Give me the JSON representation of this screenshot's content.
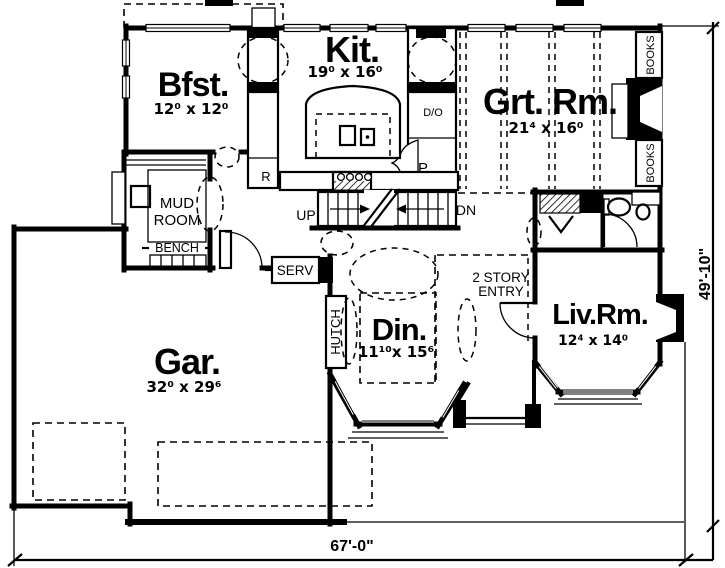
{
  "rooms": {
    "breakfast": {
      "name": "Bfst.",
      "dims": "12⁰ x 12⁰"
    },
    "kitchen": {
      "name": "Kit.",
      "dims": "19⁰ x 16⁰"
    },
    "great_room": {
      "name": "Grt. Rm.",
      "dims": "21⁴ x 16⁰"
    },
    "garage": {
      "name": "Gar.",
      "dims": "32⁰ x 29⁶"
    },
    "dining": {
      "name": "Din.",
      "dims": "11¹⁰x 15⁶"
    },
    "living_room": {
      "name": "Liv.Rm.",
      "dims": "12⁴ x 14⁰"
    },
    "mud_room": {
      "line1": "MUD",
      "line2": "ROOM"
    },
    "entry": {
      "line1": "2 STORY",
      "line2": "ENTRY"
    }
  },
  "labels": {
    "bench": "BENCH",
    "serve": "SERV",
    "hutch": "HUTCH",
    "up": "UP",
    "down": "DN",
    "refrigerator": "R",
    "pantry": "P",
    "double_oven": "D/O",
    "books_upper": "BOOKS",
    "books_lower": "BOOKS"
  },
  "dimensions": {
    "overall_width": "67'-0\"",
    "overall_depth": "49'-10\""
  },
  "colors": {
    "ink": "#000000",
    "paper": "#ffffff"
  }
}
